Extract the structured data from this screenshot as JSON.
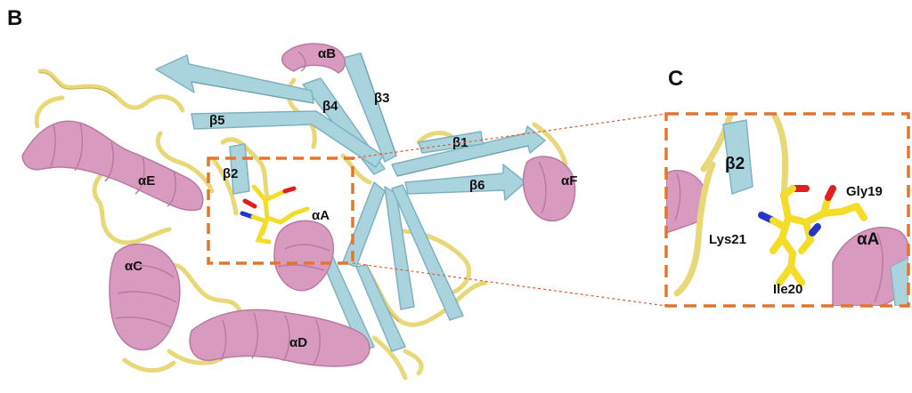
{
  "panels": {
    "left_letter": "B",
    "right_letter": "C"
  },
  "structure_labels": {
    "alphaB": "αB",
    "beta3": "β3",
    "beta4": "β4",
    "beta5": "β5",
    "beta1": "β1",
    "beta6": "β6",
    "alphaF": "αF",
    "alphaE": "αE",
    "beta2": "β2",
    "alphaA": "αA",
    "alphaC": "αC",
    "alphaD": "αD"
  },
  "inset_labels": {
    "beta2": "β2",
    "gly19": "Gly19",
    "lys21": "Lys21",
    "alphaA": "αA",
    "ile20": "Ile20"
  },
  "colors": {
    "helix": "#d99ac0",
    "helix_dark": "#b87aa1",
    "strand": "#a9d4de",
    "strand_dark": "#7fb2c0",
    "loop": "#e8d877",
    "loop_dark": "#b8a944",
    "carbon": "#f4dc2a",
    "oxygen": "#e02020",
    "nitrogen": "#2535c8",
    "highlight_box": "#e3762a"
  }
}
